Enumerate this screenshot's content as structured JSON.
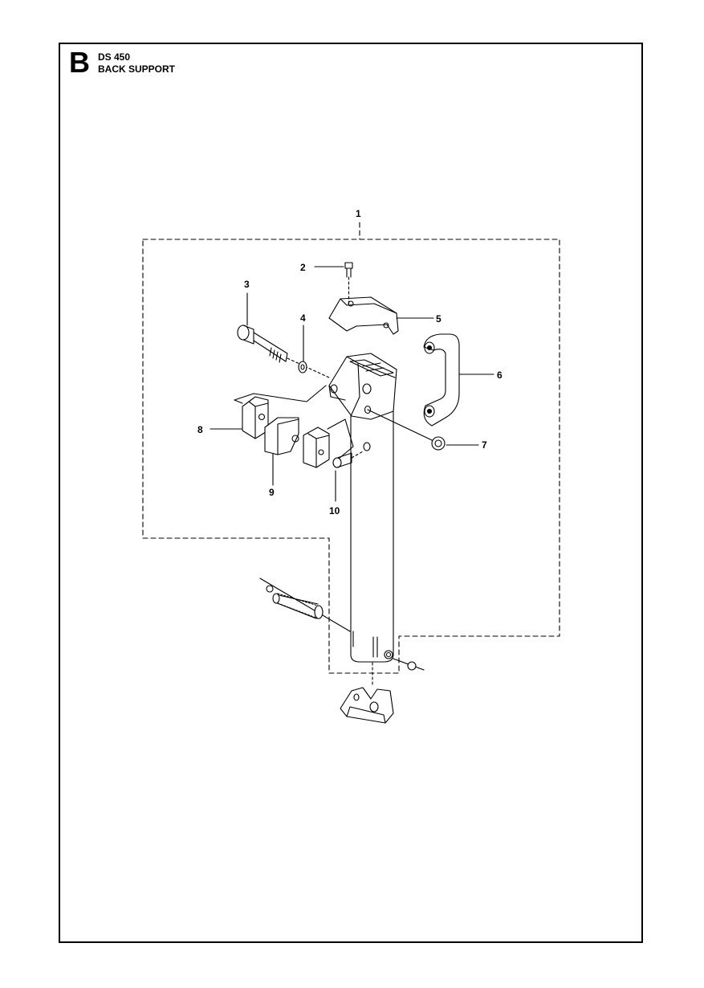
{
  "header": {
    "section_letter": "B",
    "model": "DS 450",
    "title": "BACK SUPPORT"
  },
  "callouts": [
    "1",
    "2",
    "3",
    "4",
    "5",
    "6",
    "7",
    "8",
    "9",
    "10"
  ]
}
